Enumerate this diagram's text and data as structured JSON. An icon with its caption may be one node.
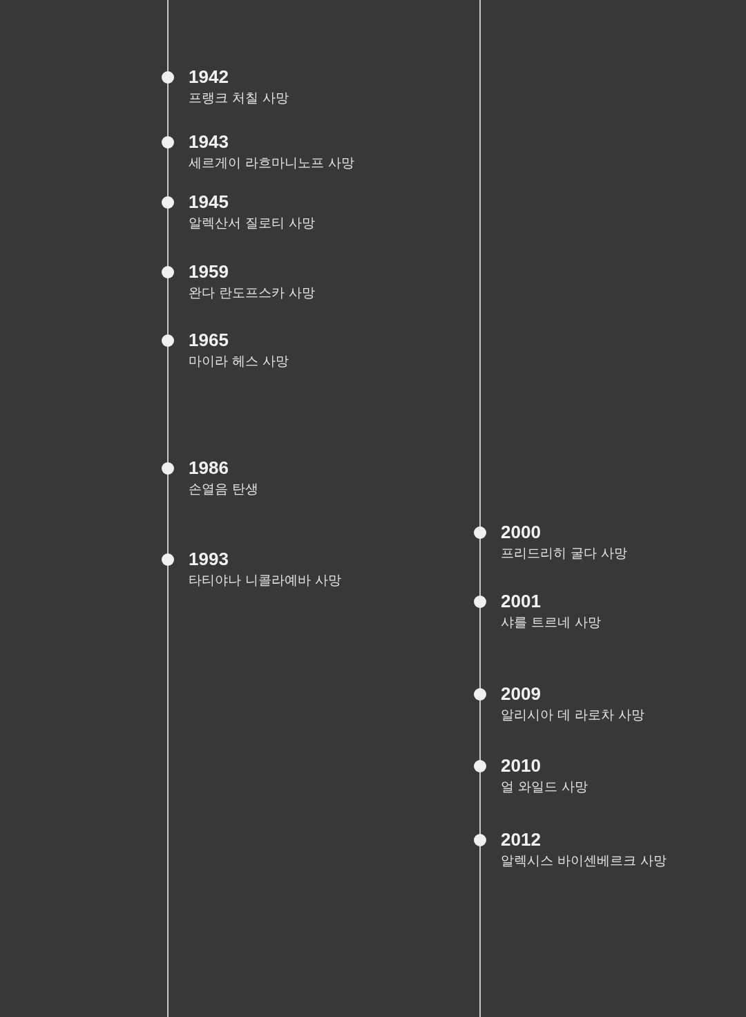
{
  "diagram": {
    "labels": [
      "1942",
      "프랭크 처칠 사망",
      "1943",
      "세르게이 라흐마니노프 사망",
      "1945",
      "알렉산서 질로티 사망",
      "1959",
      "완다 란도프스카 사망",
      "1965",
      "마이라 헤스 사망",
      "1986",
      "손열음 탄생",
      "1993",
      "타티야나 니콜라예바 사망",
      "2000",
      "프리드리히 굴다 사망",
      "2001",
      "샤를 트르네 사망",
      "2009",
      "알리시아 데 라로차 사망",
      "2010",
      "얼 와일드 사망",
      "2012",
      "알렉시스 바이센베르크 사망"
    ]
  }
}
